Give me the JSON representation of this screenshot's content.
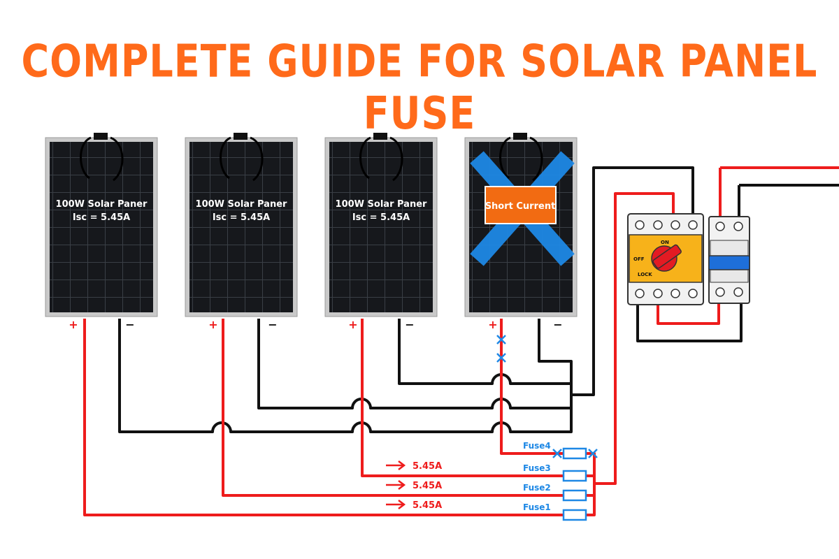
{
  "title": "COMPLETE GUIDE FOR SOLAR PANEL FUSE",
  "colors": {
    "title": "#ff6a1a",
    "positive_wire": "#ee1c1c",
    "negative_wire": "#111111",
    "fuse": "#1e88e5",
    "cross": "#1e88e5",
    "short_badge": "#f26b12",
    "isolator_body": "#f7b21a"
  },
  "panels": [
    {
      "name": "100W Solar Paner",
      "isc": "Isc = 5.45A",
      "plus": "+",
      "minus": "−"
    },
    {
      "name": "100W Solar Paner",
      "isc": "Isc = 5.45A",
      "plus": "+",
      "minus": "−"
    },
    {
      "name": "100W Solar Paner",
      "isc": "Isc = 5.45A",
      "plus": "+",
      "minus": "−"
    },
    {
      "name": "",
      "isc": "",
      "plus": "+",
      "minus": "−",
      "fault": "Short Current"
    }
  ],
  "currents": [
    "5.45A",
    "5.45A",
    "5.45A"
  ],
  "fuses": [
    "Fuse1",
    "Fuse2",
    "Fuse3",
    "Fuse4"
  ],
  "isolator": {
    "on": "ON",
    "off": "OFF",
    "lock": "LOCK"
  }
}
